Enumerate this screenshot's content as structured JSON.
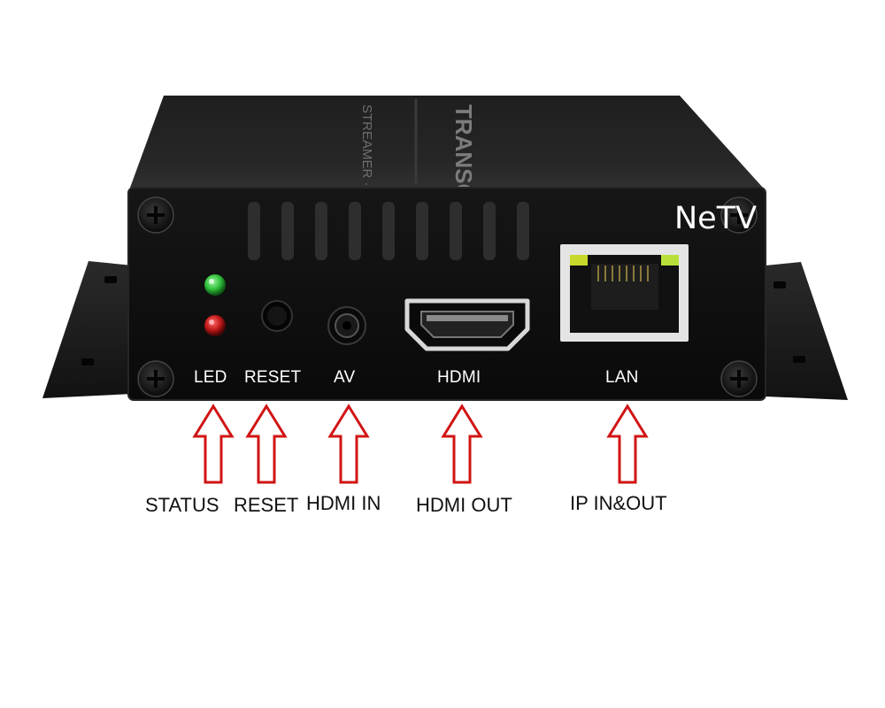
{
  "brand": "NeTV",
  "device": {
    "top_print_main": "TRANSCODER",
    "top_print_sub": "STREAMER · DECODER",
    "panel_labels": {
      "led": "LED",
      "reset": "RESET",
      "av": "AV",
      "hdmi": "HDMI",
      "lan": "LAN"
    },
    "led_colors": {
      "green": "#2fbf3a",
      "red": "#c01818",
      "lan_led": "#c8d82a"
    }
  },
  "callouts": [
    {
      "id": "status",
      "label": "STATUS"
    },
    {
      "id": "reset",
      "label": "RESET"
    },
    {
      "id": "hdmi-in",
      "label": "HDMI IN"
    },
    {
      "id": "hdmi-out",
      "label": "HDMI OUT"
    },
    {
      "id": "ip",
      "label": "IP IN&OUT"
    }
  ],
  "colors": {
    "arrow": "#d11414",
    "body": "#141414",
    "face": "#0c0c0c"
  }
}
